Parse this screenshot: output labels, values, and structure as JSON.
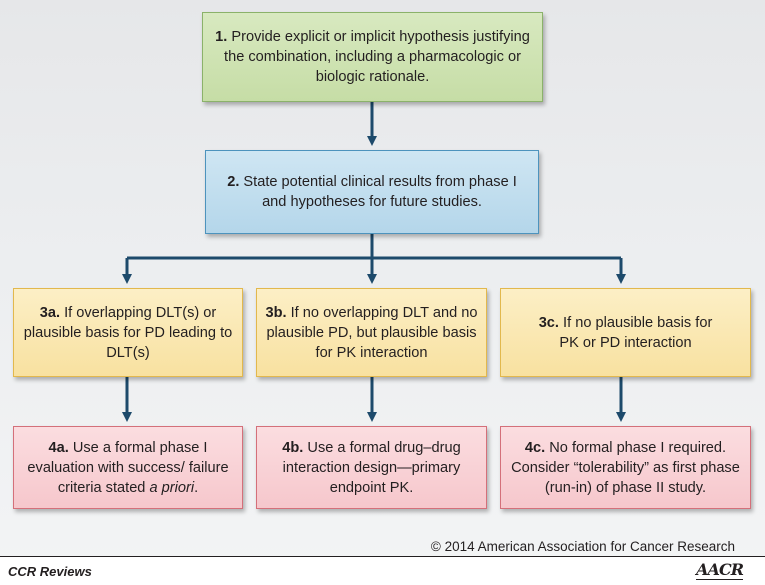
{
  "boxes": {
    "b1": {
      "num": "1.",
      "text": " Provide explicit or implicit hypothesis justifying the combination, including a pharmacologic or biologic rationale."
    },
    "b2": {
      "num": "2.",
      "text": " State potential clinical results from phase I and hypotheses for future studies."
    },
    "b3a": {
      "num": "3a.",
      "text": " If overlapping DLT(s) or plausible basis for PD leading to DLT(s)"
    },
    "b3b": {
      "num": "3b.",
      "text": " If no overlapping DLT and no plausible PD, but plausible basis for PK interaction"
    },
    "b3c": {
      "num": "3c.",
      "text": " If no plausible basis for PK or PD interaction"
    },
    "b4a": {
      "num": "4a.",
      "text": " Use a formal phase I evaluation with success/ failure criteria stated ",
      "italic": "a priori",
      "end": "."
    },
    "b4b": {
      "num": "4b.",
      "text": " Use a formal drug–drug interaction design—primary endpoint PK."
    },
    "b4c": {
      "num": "4c.",
      "text": " No formal phase I required. Consider “tolerability” as first phase (run-in) of phase II study."
    }
  },
  "copyright": "© 2014 American Association for Cancer Research",
  "footer": {
    "journal": "CCR Reviews",
    "logo": "AACR"
  },
  "colors": {
    "arrow": "#1d4a6b",
    "green": "#c6dda6",
    "blue": "#b4d6ea",
    "yellow": "#f8e1a0",
    "pink": "#f6c7cc"
  }
}
